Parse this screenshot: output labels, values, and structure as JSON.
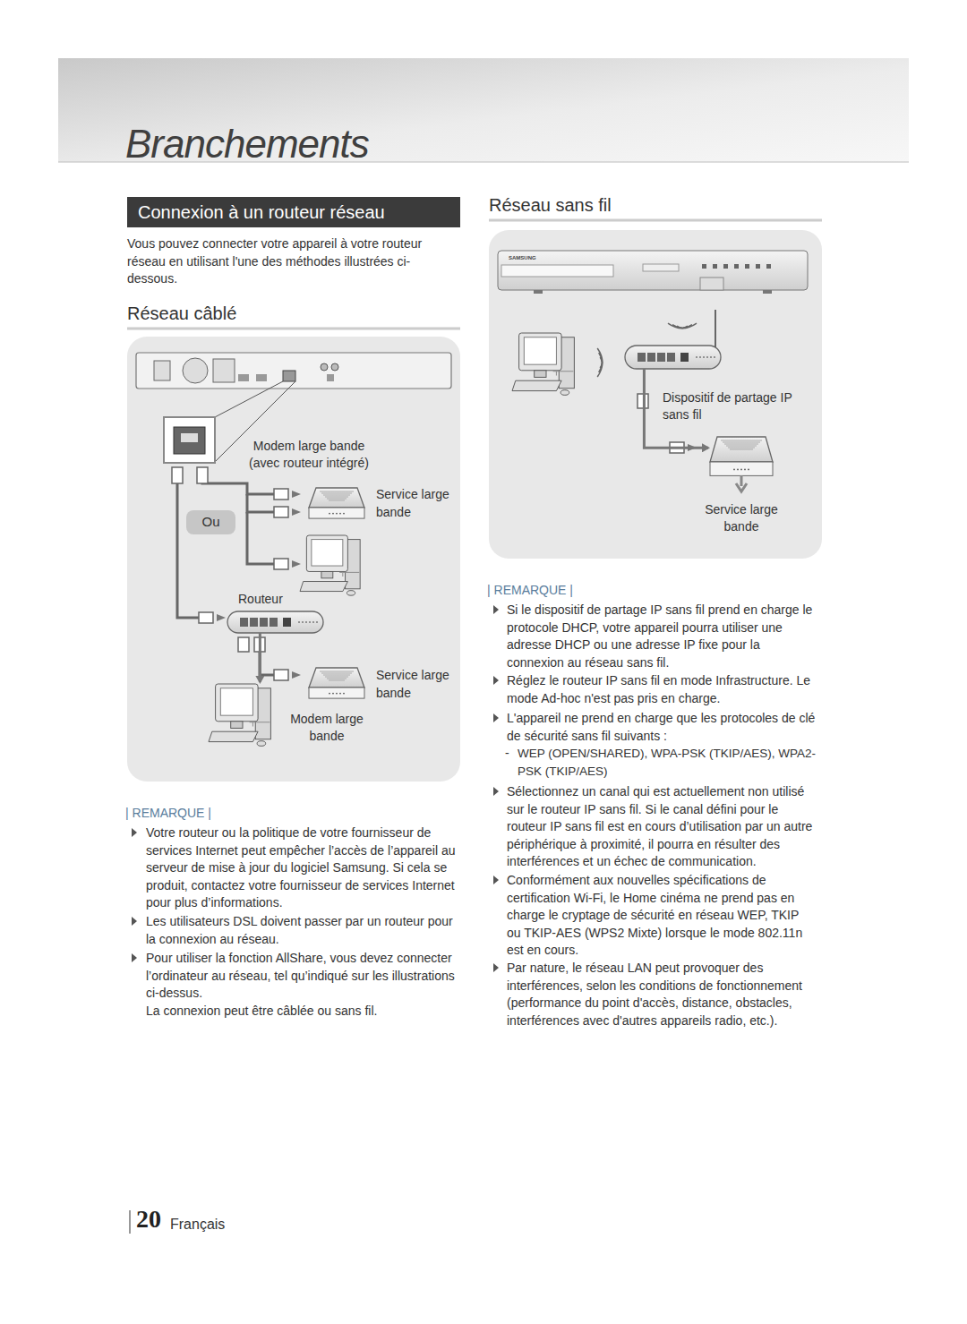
{
  "diagram": {
    "title": "Branchements",
    "nodes": [
      {
        "text": [
          "Connexion à un routeur réseau"
        ]
      },
      {
        "text": [
          "Ou"
        ]
      },
      {
        "text": [
          "Modem large bande (avec routeur intégré)"
        ]
      },
      {
        "text": [
          "Routeur"
        ]
      },
      {
        "text": [
          "Modem large bande"
        ]
      },
      {
        "text": [
          "Dispositif de partage IP sans fil"
        ]
      },
      {
        "text": [
          "Service large bande"
        ]
      }
    ],
    "edges": [
      {
        "from": 3,
        "to": 4,
        "arrow": "to"
      },
      {
        "from": 5,
        "to": 6,
        "arrow": "to"
      }
    ],
    "labels": [
      "Vous pouvez connecter votre appareil à votre routeur réseau en utilisant l'une des méthodes illustrées ci-dessous.",
      "Réseau câblé",
      "Service large bande",
      "Service large bande",
      "| REMARQUE |",
      "Votre routeur ou la politique de votre fournisseur de services Internet peut empêcher l’accès de l’appareil au serveur de mise à jour du logiciel Samsung. Si cela se produit, contactez votre fournisseur de services Internet pour plus d’informations.",
      "Les utilisateurs DSL doivent passer par un routeur pour la connexion au réseau.",
      "Pour utiliser la fonction AllShare, vous devez connecter l’ordinateur au réseau, tel qu’indiqué sur les illustrations ci-dessus.",
      "La connexion peut être câblée ou sans fil.",
      "Réseau sans fil",
      "| REMARQUE |",
      "Si le dispositif de partage IP sans fil prend en charge le protocole DHCP, votre appareil pourra utiliser une adresse DHCP ou une adresse IP fixe pour la connexion au réseau sans fil.",
      "Réglez le routeur IP sans fil en mode Infrastructure. Le mode Ad-hoc n'est pas pris en charge.",
      "L'appareil ne prend en charge que les protocoles de clé de sécurité sans fil suivants :",
      "-",
      "WEP (OPEN/SHARED), WPA-PSK (TKIP/AES), WPA2-PSK (TKIP/AES)",
      "Sélectionnez un canal qui est actuellement non utilisé sur le routeur IP sans fil. Si le canal défini pour le routeur IP sans fil est en cours d’utilisation par un autre périphérique à proximité, il pourra en résulter des interférences et un échec de communication.",
      "Conformément aux nouvelles spécifications de certification Wi-Fi, le Home cinéma ne prend pas en charge le cryptage de sécurité en réseau WEP, TKIP ou TKIP-AES (WPS2 Mixte) lorsque le mode 802.11n est en cours.",
      "Par nature, le réseau LAN peut provoquer des interférences, selon les conditions de fonctionnement (performance du point d'accès, distance, obstacles, interférences avec d'autres appareils radio, etc.).",
      "20",
      "Français",
      "SAMSUNG"
    ]
  }
}
